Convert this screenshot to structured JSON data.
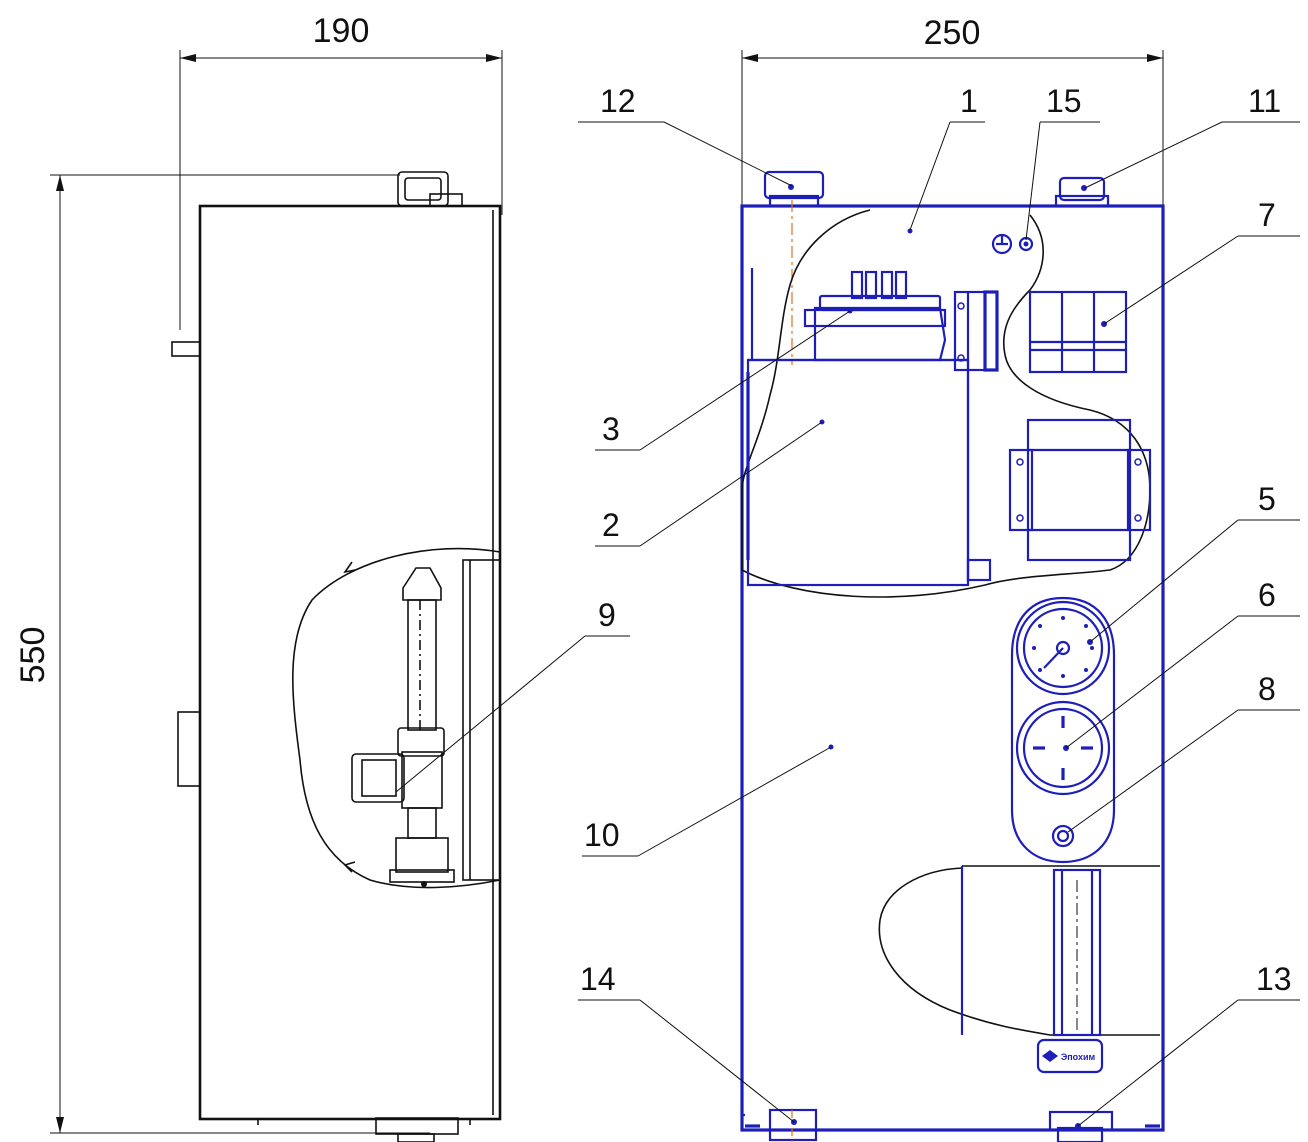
{
  "dimensions": {
    "depth": "190",
    "width": "250",
    "height": "550"
  },
  "callouts": [
    "1",
    "2",
    "3",
    "5",
    "6",
    "7",
    "8",
    "9",
    "10",
    "11",
    "12",
    "13",
    "14",
    "15"
  ],
  "logo_text": "Эпохим",
  "colors": {
    "side_view": "#111111",
    "front_view": "#1d1fb8",
    "axis_line": "#e07020"
  }
}
